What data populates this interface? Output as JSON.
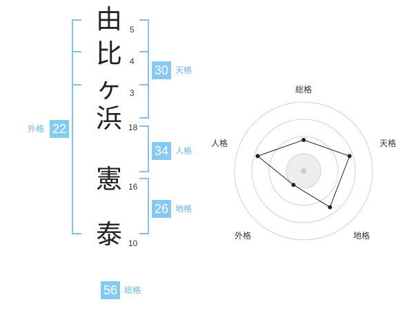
{
  "name": {
    "characters": [
      {
        "char": "由",
        "strokes": "5"
      },
      {
        "char": "比",
        "strokes": "4"
      },
      {
        "char": "ヶ",
        "strokes": "3"
      },
      {
        "char": "浜",
        "strokes": "18"
      },
      {
        "char": "憲",
        "strokes": "16"
      },
      {
        "char": "泰",
        "strokes": "10"
      }
    ]
  },
  "kakaku": {
    "tenkaku": {
      "value": "30",
      "label": "天格"
    },
    "jinkaku": {
      "value": "34",
      "label": "人格"
    },
    "chikaku": {
      "value": "26",
      "label": "地格"
    },
    "gaikaku": {
      "value": "22",
      "label": "外格"
    },
    "soukaku": {
      "value": "56",
      "label": "総格"
    }
  },
  "chart_data": {
    "type": "radar",
    "axes": [
      "総格",
      "天格",
      "地格",
      "外格",
      "人格"
    ],
    "values": [
      0.45,
      0.7,
      0.65,
      0.25,
      0.7
    ],
    "levels": 4,
    "colors": {
      "rings": "#d0d0d0",
      "line": "#222222",
      "center": "#dddddd"
    }
  }
}
